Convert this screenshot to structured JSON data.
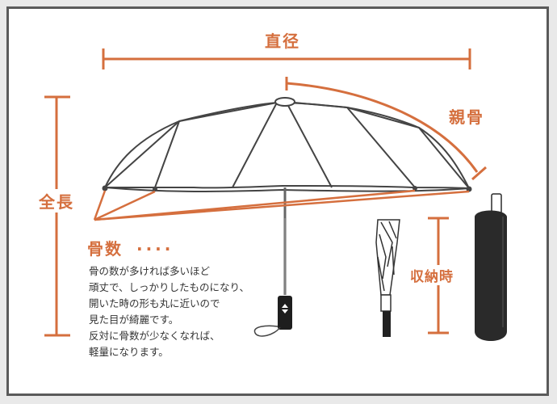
{
  "colors": {
    "accent": "#d56f3e",
    "line": "#444444",
    "frame": "#5a5a5a"
  },
  "labels": {
    "diameter": "直径",
    "rib": "親骨",
    "total_length": "全長",
    "folded": "収納時",
    "rib_count": "骨数",
    "dots": "····"
  },
  "description": [
    "骨の数が多ければ多いほど",
    "頑丈で、しっかりしたものになり、",
    "開いた時の形も丸に近いので",
    "見た目が綺麗です。",
    "反対に骨数が少なくなれば、",
    "軽量になります。"
  ]
}
